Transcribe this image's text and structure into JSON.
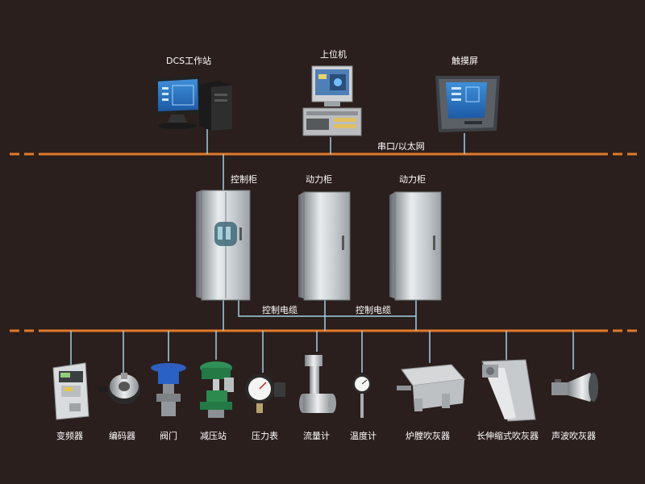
{
  "colors": {
    "background": "#2a1f1c",
    "bus": "#e07a2a",
    "connector": "#9fd0e6",
    "label": "#ffffff"
  },
  "top": {
    "dcs_label": "DCS工作站",
    "host_label": "上位机",
    "touch_label": "触摸屏",
    "bus_label": "串口/以太网"
  },
  "middle": {
    "cabinet1_label": "控制柜",
    "cabinet2_label": "动力柜",
    "cabinet3_label": "动力柜",
    "cable1_label": "控制电缆",
    "cable2_label": "控制电缆"
  },
  "devices": [
    {
      "label": "变频器",
      "icon": "frequency-converter-icon"
    },
    {
      "label": "编码器",
      "icon": "encoder-icon"
    },
    {
      "label": "阀门",
      "icon": "valve-icon"
    },
    {
      "label": "减压站",
      "icon": "pressure-reducing-station-icon"
    },
    {
      "label": "压力表",
      "icon": "pressure-gauge-icon"
    },
    {
      "label": "流量计",
      "icon": "flowmeter-icon"
    },
    {
      "label": "温度计",
      "icon": "thermometer-icon"
    },
    {
      "label": "炉膛吹灰器",
      "icon": "furnace-sootblower-icon"
    },
    {
      "label": "长伸缩式吹灰器",
      "icon": "long-retractable-sootblower-icon"
    },
    {
      "label": "声波吹灰器",
      "icon": "sonic-sootblower-icon"
    }
  ]
}
